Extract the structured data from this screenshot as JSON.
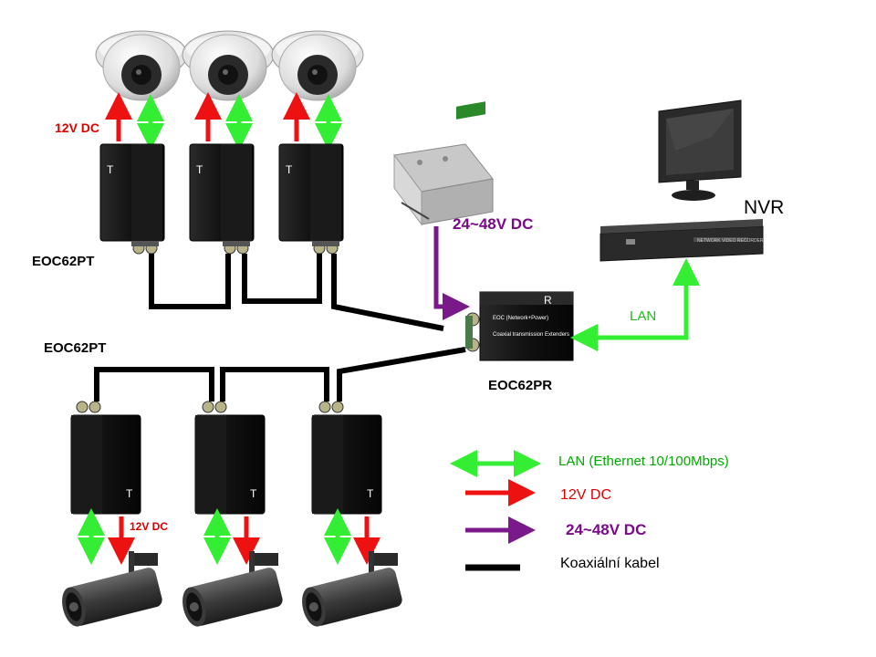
{
  "labels": {
    "dc12_top": "12V DC",
    "eoc_pt_top": "EOC62PT",
    "eoc_pt_bottom": "EOC62PT",
    "eoc_pr": "EOC62PR",
    "psu_voltage": "24~48V DC",
    "nvr": "NVR",
    "lan": "LAN",
    "dc12_bottom": "12V DC"
  },
  "device_text": {
    "transmitter_letter": "T",
    "receiver_letter": "R",
    "eoc_line": "EOC  (Network+Power)",
    "extender_line": "Coaxial transmission Extenders",
    "nvr_front": "NETWORK VIDEO RECORDER"
  },
  "legend": [
    {
      "text": "LAN (Ethernet 10/100Mbps)",
      "color": "#00aa00",
      "arrow": "double",
      "arrow_color": "#33ee33"
    },
    {
      "text": "12V DC",
      "color": "#dd0000",
      "arrow": "single",
      "arrow_color": "#ee1111"
    },
    {
      "text": "24~48V DC",
      "color": "#7a0a8a",
      "arrow": "single",
      "arrow_color": "#7a1a8a"
    },
    {
      "text": "Koaxiální kabel",
      "color": "#000000",
      "arrow": "line",
      "arrow_color": "#000000"
    }
  ],
  "colors": {
    "lan": "#33ee33",
    "dc12": "#ee1111",
    "dc2448": "#7a1a8a",
    "coax": "#000000"
  },
  "icons": [
    "dome-camera-icon",
    "bullet-camera-icon",
    "power-supply-icon",
    "monitor-icon",
    "nvr-recorder-icon"
  ]
}
